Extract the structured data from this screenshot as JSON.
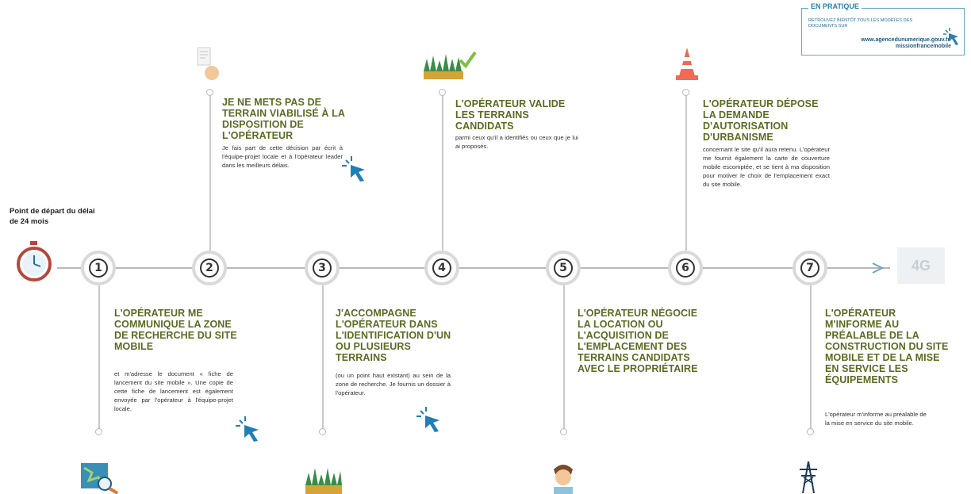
{
  "start": {
    "text": "Point de départ du délai de 24 mois"
  },
  "pratique": {
    "label": "EN PRATIQUE",
    "intro": "RETROUVEZ BIENTÔT TOUS LES MODÈLES DES DOCUMENTS SUR",
    "url": "www.agencedunumerique.gouv.fr/ missionfrancemobile"
  },
  "badge": {
    "label": "4G"
  },
  "steps": [
    {
      "num": "1",
      "title": "L'OPÉRATEUR ME COMMUNIQUE LA ZONE DE RECHERCHE DU SITE MOBILE",
      "body": "et m'adresse le document « fiche de lancement du site mobile ». Une copie de cette fiche de lancement est également envoyée par l'opérateur à l'équipe-projet locale."
    },
    {
      "num": "2",
      "title": "JE NE METS PAS DE TERRAIN VIABILISÉ À LA DISPOSITION DE L'OPÉRATEUR",
      "body": "Je fais part de cette décision par écrit à l'équipe-projet locale et à l'opérateur leader dans les meilleurs délais."
    },
    {
      "num": "3",
      "title": "J'ACCOMPAGNE L'OPÉRATEUR DANS L'IDENTIFICATION D'UN OU PLUSIEURS TERRAINS",
      "body": "(ou un point haut existant) au sein de la zone de recherche. Je fournis un dossier à l'opérateur."
    },
    {
      "num": "4",
      "title": "L'OPÉRATEUR VALIDE LES TERRAINS CANDIDATS",
      "body": "parmi ceux qu'il a identifiés ou ceux que je lui ai proposés."
    },
    {
      "num": "5",
      "title": "L'OPÉRATEUR NÉGOCIE LA LOCATION OU L'ACQUISITION DE L'EMPLACEMENT DES TERRAINS CANDIDATS AVEC LE PROPRIÉTAIRE",
      "body": ""
    },
    {
      "num": "6",
      "title": "L'OPÉRATEUR DÉPOSE LA DEMANDE D'AUTORISATION D'URBANISME",
      "body": "concernant le site qu'il aura retenu. L'opérateur me fournit également la carte de couverture mobile escomptée, et se tient à ma disposition pour motiver le choix de l'emplacement exact du site mobile."
    },
    {
      "num": "7",
      "title": "L'OPÉRATEUR M'INFORME AU PRÉALABLE DE LA CONSTRUCTION DU SITE MOBILE ET DE LA MISE EN SERVICE LES ÉQUIPEMENTS",
      "body": "L'opérateur m'informe au préalable de la mise en service du site mobile."
    }
  ],
  "icons": [
    "stopwatch-icon",
    "map-search-icon",
    "document-hand-icon",
    "grass-terrain-icon",
    "grass-check-icon",
    "person-icon",
    "traffic-cone-icon",
    "power-pylon-icon",
    "cursor-click-icon",
    "arrow-right-icon"
  ]
}
